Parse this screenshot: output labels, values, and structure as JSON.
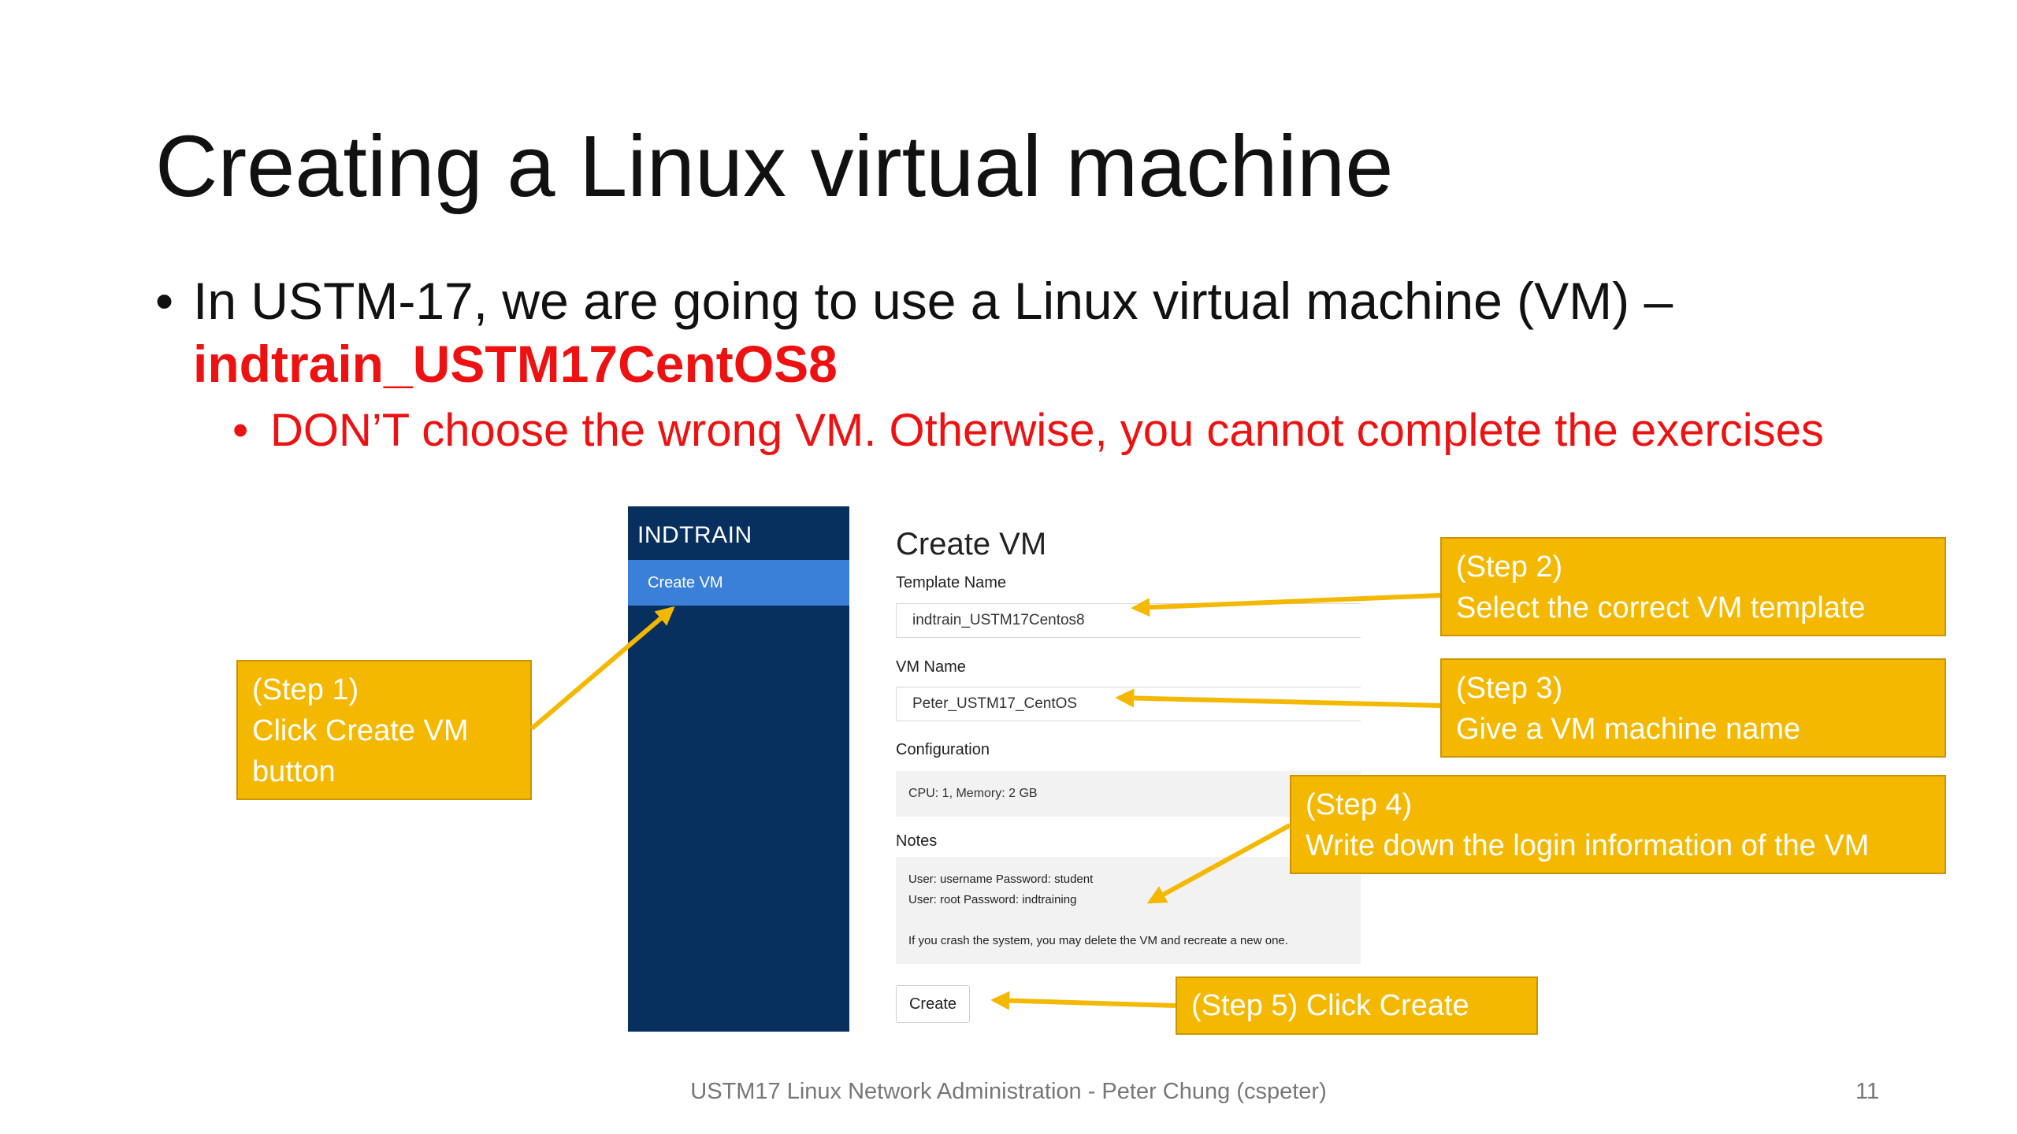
{
  "slide": {
    "title": "Creating a Linux virtual machine",
    "bullet_text": "In USTM-17, we are going to use a Linux virtual machine (VM) –",
    "bullet_highlight": "indtrain_USTM17CentOS8",
    "sub_bullet": "DON’T choose the wrong VM. Otherwise, you cannot complete the exercises",
    "bullet_glyph": "•"
  },
  "screenshot": {
    "sidebar": {
      "brand": "INDTRAIN",
      "item": "Create VM"
    },
    "page_title": "Create VM",
    "template_label": "Template Name",
    "template_value": "indtrain_USTM17Centos8",
    "vm_name_label": "VM Name",
    "vm_name_value": "Peter_USTM17_CentOS",
    "config_label": "Configuration",
    "config_value": "CPU: 1, Memory: 2 GB",
    "notes_label": "Notes",
    "notes_line1": "User: username Password: student",
    "notes_line2": "User: root  Password: indtraining",
    "notes_line3": "If you crash the system, you may delete the VM and recreate a new one.",
    "create_button": "Create"
  },
  "callouts": {
    "step1_line1": "(Step 1)",
    "step1_line2": "Click Create VM",
    "step1_line3": "button",
    "step2_line1": "(Step 2)",
    "step2_line2": "Select the correct VM template",
    "step3_line1": "(Step 3)",
    "step3_line2": "Give a VM machine name",
    "step4_line1": "(Step 4)",
    "step4_line2": "Write down the login information of the VM",
    "step5": "(Step 5)  Click Create"
  },
  "footer": {
    "text": "USTM17 Linux Network Administration - Peter Chung (cspeter)",
    "page_number": "11"
  },
  "colors": {
    "accent_red": "#ee1111",
    "callout_fill": "#f5b800",
    "sidebar_bg": "#07305f",
    "sidebar_active": "#3a7fd8"
  }
}
